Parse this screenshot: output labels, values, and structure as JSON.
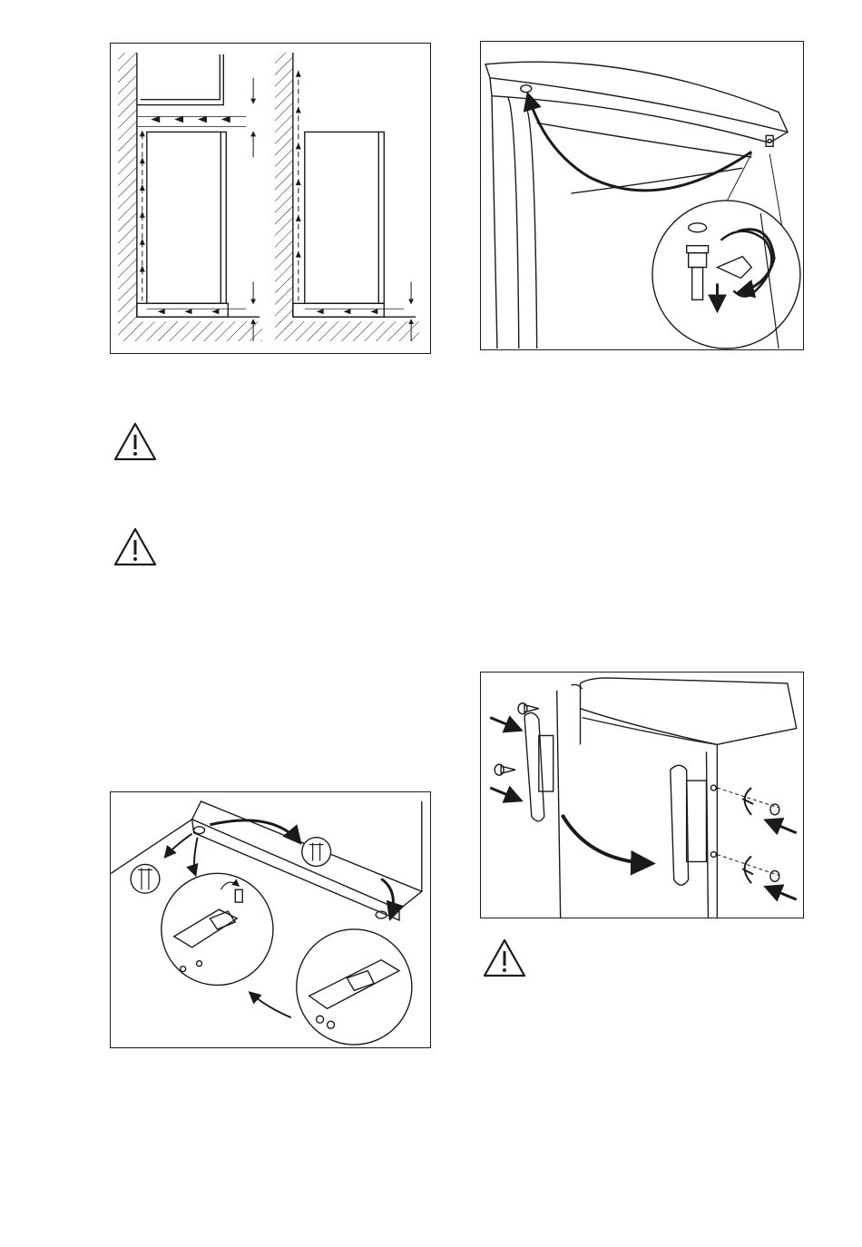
{
  "figures": [
    {
      "id": "fig-ventilation-clearance",
      "kind": "line-illustration"
    },
    {
      "id": "fig-door-top-hinge-pin",
      "kind": "line-illustration"
    },
    {
      "id": "fig-door-bottom-hinge",
      "kind": "line-illustration"
    },
    {
      "id": "fig-door-handle-swap",
      "kind": "line-illustration"
    }
  ],
  "icons": {
    "warning": "warning-triangle-icon"
  },
  "colors": {
    "ink": "#1a1a1a",
    "paper": "#ffffff"
  }
}
